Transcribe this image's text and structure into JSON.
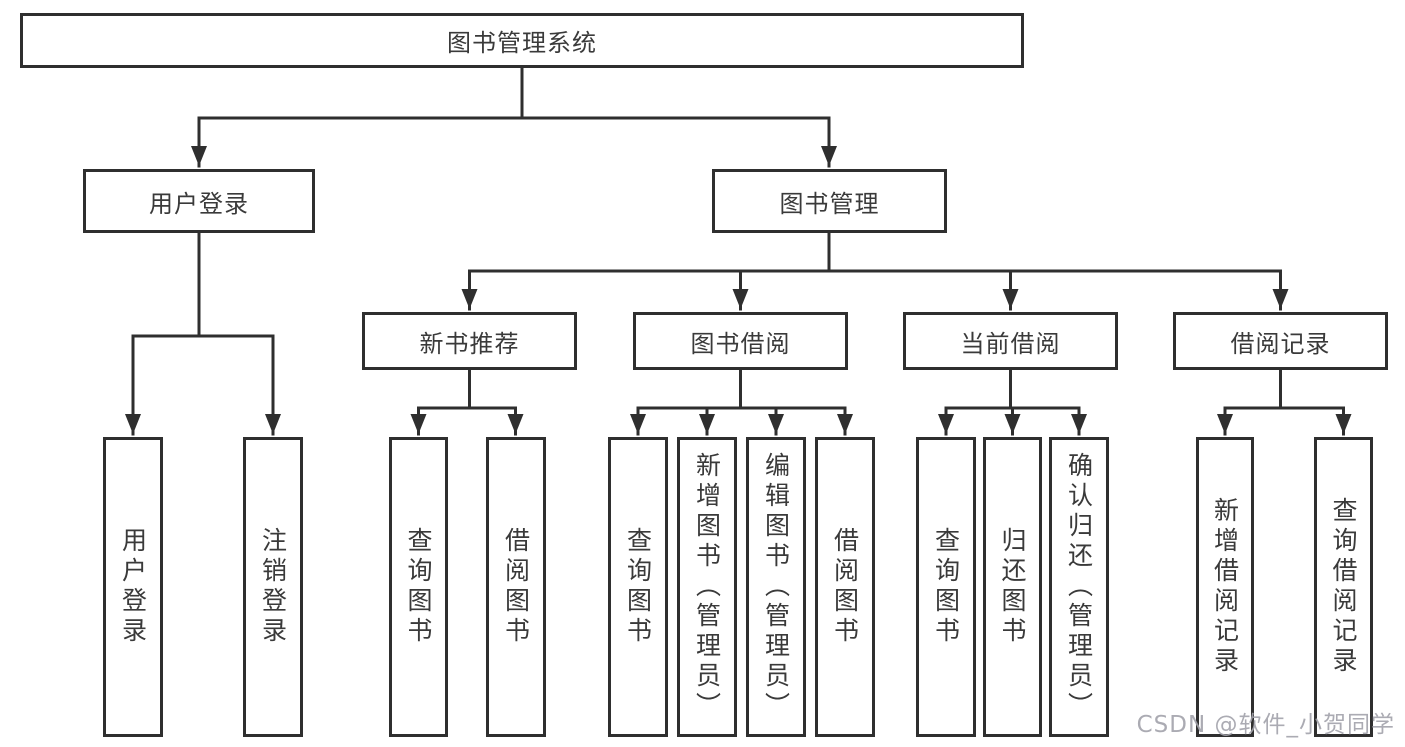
{
  "diagram": {
    "title": "图书管理系统",
    "branches": [
      {
        "label": "用户登录",
        "children": [
          {
            "label": "用户登录"
          },
          {
            "label": "注销登录"
          }
        ]
      },
      {
        "label": "图书管理",
        "children": [
          {
            "label": "新书推荐",
            "children": [
              {
                "label": "查询图书"
              },
              {
                "label": "借阅图书"
              }
            ]
          },
          {
            "label": "图书借阅",
            "children": [
              {
                "label": "查询图书"
              },
              {
                "label": "新增图书（管理员）"
              },
              {
                "label": "编辑图书（管理员）"
              },
              {
                "label": "借阅图书"
              }
            ]
          },
          {
            "label": "当前借阅",
            "children": [
              {
                "label": "查询图书"
              },
              {
                "label": "归还图书"
              },
              {
                "label": "确认归还（管理员）"
              }
            ]
          },
          {
            "label": "借阅记录",
            "children": [
              {
                "label": "新增借阅记录"
              },
              {
                "label": "查询借阅记录"
              }
            ]
          }
        ]
      }
    ]
  },
  "watermark": "CSDN @软件_小贺同学",
  "colors": {
    "line": "#2f2f2f",
    "text": "#3a3a3a",
    "background": "#ffffff",
    "watermark": "#a3a3ab"
  }
}
